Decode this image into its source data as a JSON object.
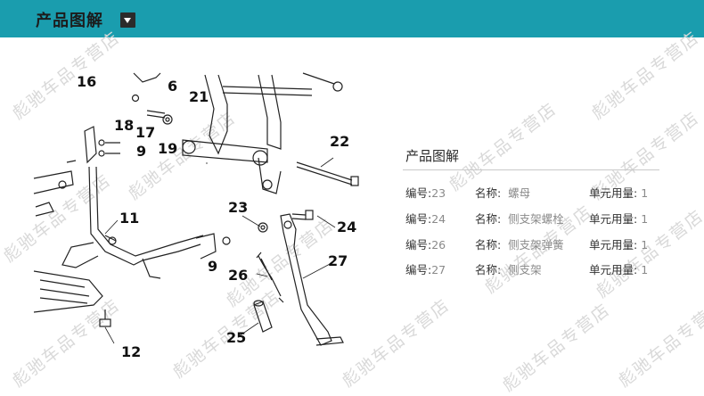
{
  "header": {
    "title": "产品图解"
  },
  "watermark_text": "彪驰车品专营店",
  "diagram": {
    "callouts": [
      "16",
      "6",
      "21",
      "18",
      "17",
      "19",
      "9",
      "22",
      "11",
      "23",
      "24",
      "9",
      "26",
      "27",
      "25",
      "12"
    ]
  },
  "panel": {
    "title": "产品图解",
    "labels": {
      "number": "编号:",
      "name": "名称:",
      "qty": "单元用量:"
    },
    "parts": [
      {
        "number": "23",
        "name": "螺母",
        "qty": "1"
      },
      {
        "number": "24",
        "name": "侧支架螺栓",
        "qty": "1"
      },
      {
        "number": "26",
        "name": "侧支架弹簧",
        "qty": "1"
      },
      {
        "number": "27",
        "name": "侧支架",
        "qty": "1"
      }
    ]
  },
  "colors": {
    "header_bg": "#1a9dae",
    "toggle_bg": "#2b2b2b",
    "watermark": "#d9d9d9"
  }
}
